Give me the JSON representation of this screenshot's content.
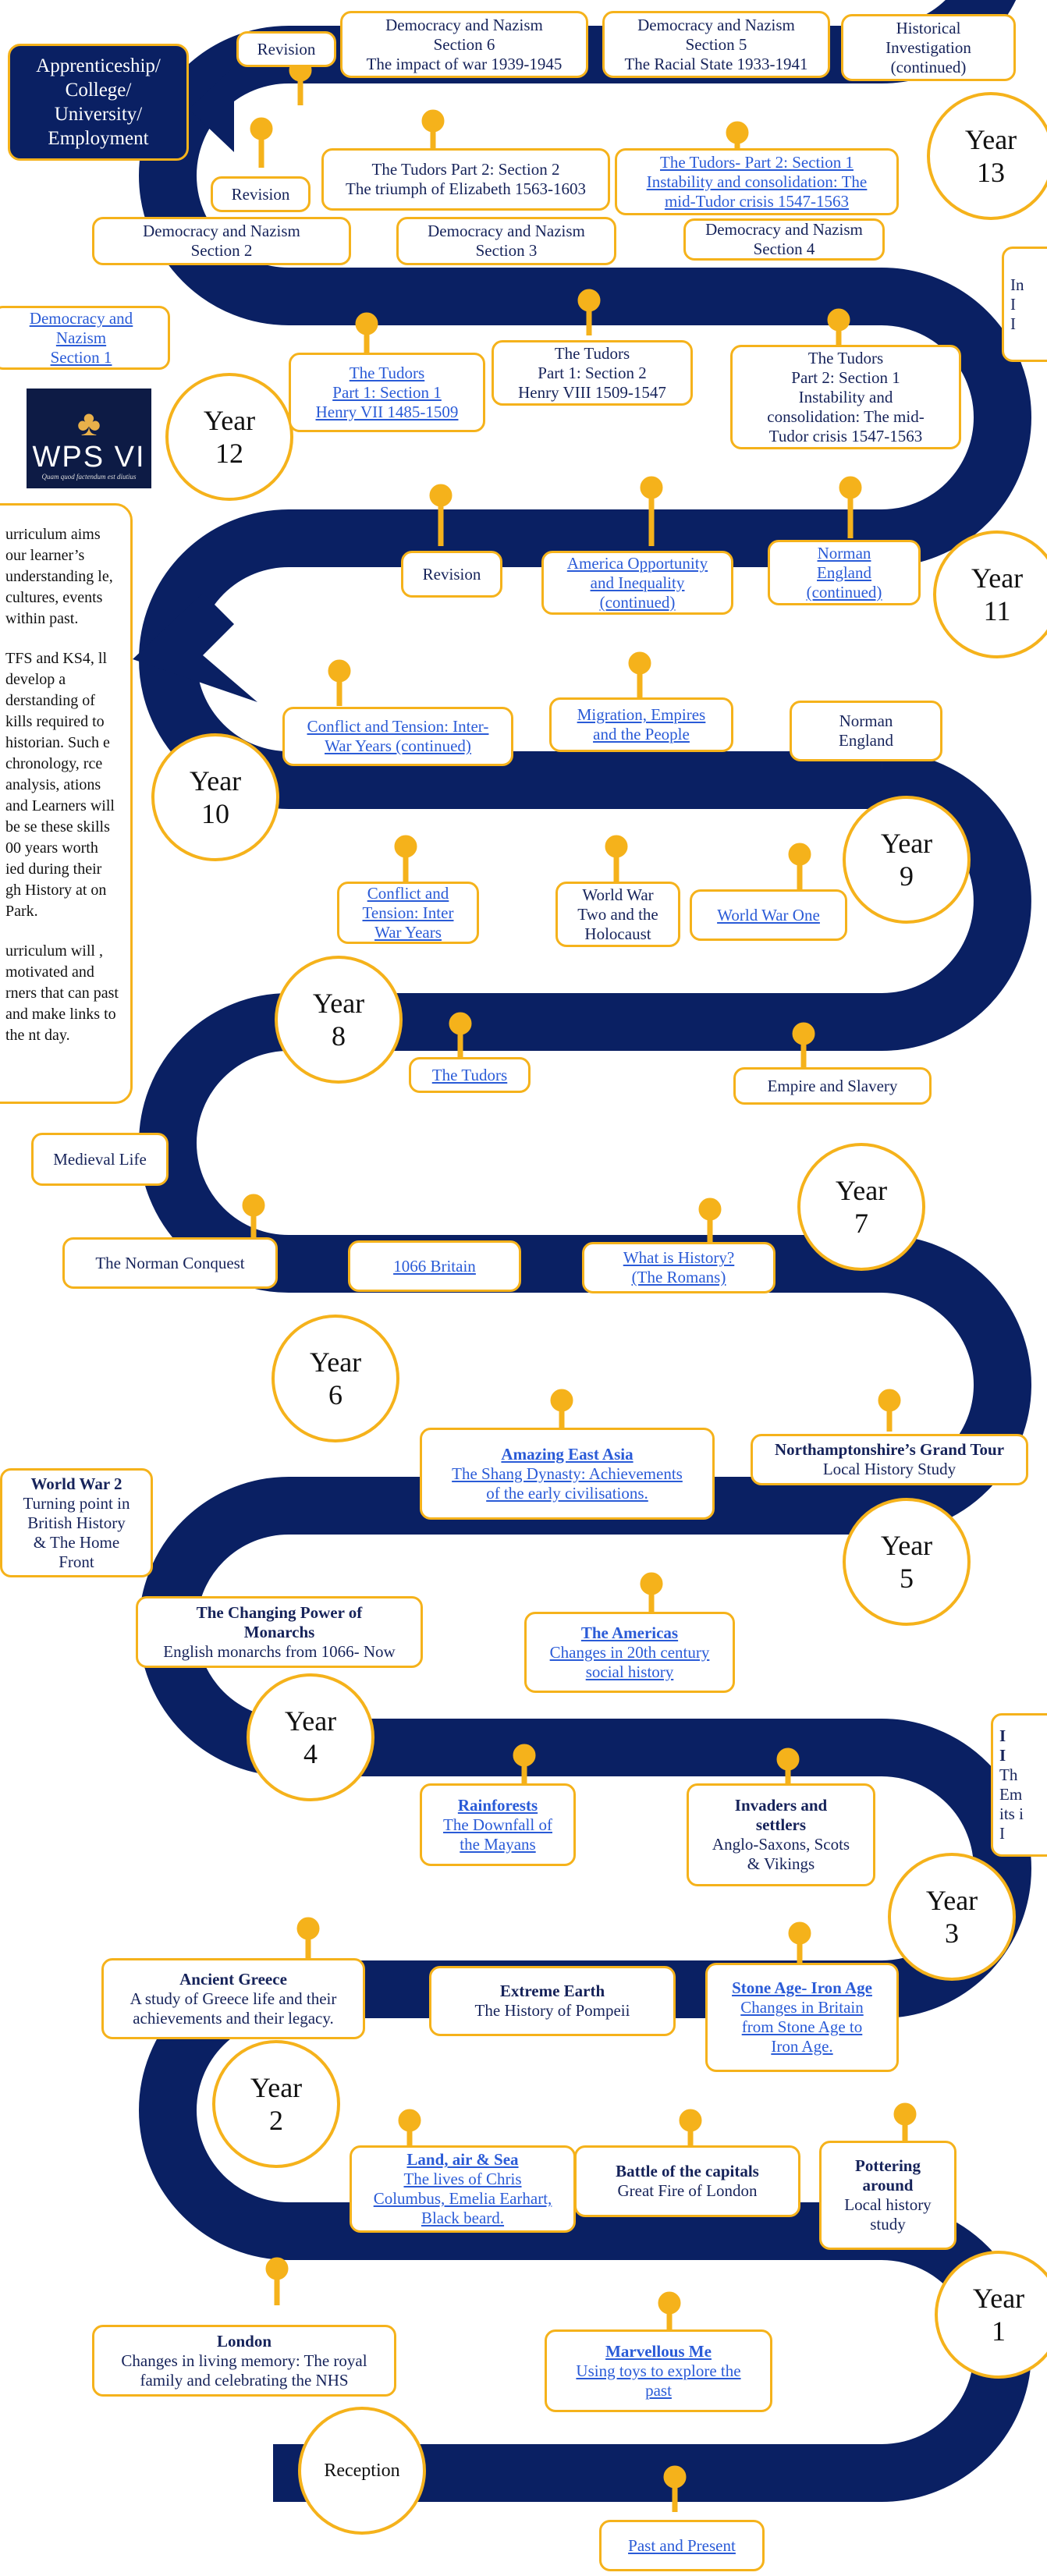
{
  "destination": {
    "line1": "Apprenticeship/",
    "line2": "College/",
    "line3": "University/",
    "line4": "Employment"
  },
  "logo": {
    "name": "WPS VI",
    "motto": "Quam quod factendum est diutius"
  },
  "intro": {
    "p1": "urriculum aims our learner’s understanding le, cultures, events within past.",
    "p2": "TFS and KS4, ll develop a derstanding of kills required to historian. Such e chronology, rce analysis, ations and Learners will be se these skills 00 years worth ied during their gh History at on Park.",
    "p3": "urriculum will , motivated and rners that can past and make links to the nt day."
  },
  "years": {
    "y13": {
      "l1": "Year",
      "l2": "13"
    },
    "y12": {
      "l1": "Year",
      "l2": "12"
    },
    "y11": {
      "l1": "Year",
      "l2": "11"
    },
    "y10": {
      "l1": "Year",
      "l2": "10"
    },
    "y9": {
      "l1": "Year",
      "l2": "9"
    },
    "y8": {
      "l1": "Year",
      "l2": "8"
    },
    "y7": {
      "l1": "Year",
      "l2": "7"
    },
    "y6": {
      "l1": "Year",
      "l2": "6"
    },
    "y5": {
      "l1": "Year",
      "l2": "5"
    },
    "y4": {
      "l1": "Year",
      "l2": "4"
    },
    "y3": {
      "l1": "Year",
      "l2": "3"
    },
    "y2": {
      "l1": "Year",
      "l2": "2"
    },
    "y1": {
      "l1": "Year",
      "l2": "1"
    },
    "rec": {
      "l1": "Reception"
    }
  },
  "y13": {
    "revision_top": "Revision",
    "dn6": {
      "l1": "Democracy and Nazism",
      "l2": "Section 6",
      "l3": "The impact of war 1939-1945"
    },
    "dn5": {
      "l1": "Democracy and Nazism",
      "l2": "Section 5",
      "l3": "The Racial State 1933-1941"
    },
    "hist_inv": {
      "l1": "Historical",
      "l2": "Investigation",
      "l3": "(continued)"
    },
    "revision_low": "Revision",
    "tudors_p2s2": {
      "l1": "The Tudors Part 2: Section 2",
      "l2": "The triumph of Elizabeth 1563-1603"
    },
    "tudors_p2s1": {
      "l1": "The Tudors- Part 2: Section 1",
      "l2": "Instability and consolidation: The",
      "l3": "mid-Tudor crisis 1547-1563"
    },
    "edge_text": {
      "l1": "In",
      "l2": "I",
      "l3": "I"
    }
  },
  "y12": {
    "dn2": {
      "l1": "Democracy and Nazism",
      "l2": "Section 2"
    },
    "dn3": {
      "l1": "Democracy and Nazism",
      "l2": "Section 3"
    },
    "dn4": {
      "l1": "Democracy and Nazism",
      "l2": "Section 4"
    },
    "dn1": {
      "l1": "Democracy and",
      "l2": "Nazism",
      "l3": "Section 1"
    },
    "tudors_p1s1": {
      "l1": "The Tudors",
      "l2": "Part 1: Section 1",
      "l3": "Henry VII 1485-1509"
    },
    "tudors_p1s2": {
      "l1": "The Tudors",
      "l2": "Part 1: Section 2",
      "l3": "Henry VIII 1509-1547"
    },
    "tudors_p2s1": {
      "l1": "The Tudors",
      "l2": "Part 2: Section 1",
      "l3": "Instability and",
      "l4": "consolidation: The mid-",
      "l5": "Tudor crisis 1547-1563"
    }
  },
  "y11": {
    "revision": "Revision",
    "america": {
      "l1": "America Opportunity",
      "l2": "and Inequality",
      "l3": "(continued)"
    },
    "norman_cont": {
      "l1": "Norman",
      "l2": "England",
      "l3": "(continued)"
    }
  },
  "y10": {
    "conflict_cont": {
      "l1": "Conflict and Tension: Inter-",
      "l2": "War Years (continued)"
    },
    "migration": {
      "l1": "Migration, Empires",
      "l2": "and the People"
    },
    "norman": {
      "l1": "Norman",
      "l2": "England"
    }
  },
  "y9": {
    "conflict": {
      "l1": "Conflict and",
      "l2": "Tension: Inter",
      "l3": "War Years"
    },
    "ww2": {
      "l1": "World War",
      "l2": "Two and the",
      "l3": "Holocaust"
    },
    "ww1": "World War One"
  },
  "y8": {
    "tudors": "The Tudors",
    "empire": "Empire and Slavery",
    "medieval": "Medieval Life"
  },
  "y7": {
    "norman_conquest": "The Norman Conquest",
    "britain1066": "1066 Britain",
    "what_is": {
      "l1": "What is History?",
      "l2": "(The Romans)"
    }
  },
  "y6": {
    "east_asia": {
      "title": "Amazing East Asia",
      "l2": "The Shang Dynasty: Achievements",
      "l3": "of the early civilisations."
    },
    "grand_tour": {
      "title": "Northamptonshire’s Grand Tour",
      "l2": "Local History Study"
    },
    "ww2": {
      "title": "World War 2",
      "l2": "Turning point in",
      "l3": "British History",
      "l4": "& The Home",
      "l5": "Front"
    }
  },
  "y5": {
    "monarchs": {
      "title": "The Changing Power of",
      "title2": "Monarchs",
      "l2": "English monarchs from 1066- Now"
    },
    "americas": {
      "title": "The Americas",
      "l2": "Changes in 20th century",
      "l3": "social history"
    },
    "edge_text": {
      "l1": "I",
      "l2": "I",
      "l3": "Th",
      "l4": "Em",
      "l5": "its i",
      "l6": "I"
    }
  },
  "y4": {
    "rainforests": {
      "title": "Rainforests",
      "l2": "The Downfall of",
      "l3": "the Mayans"
    },
    "invaders": {
      "title": "Invaders and",
      "title2": "settlers",
      "l2": "Anglo-Saxons, Scots",
      "l3": "& Vikings"
    }
  },
  "y3": {
    "greece": {
      "title": "Ancient Greece",
      "l2": "A study of Greece life and their",
      "l3": "achievements and their legacy."
    },
    "earth": {
      "title": "Extreme Earth",
      "l2": "The History of Pompeii"
    },
    "stone": {
      "title": "Stone Age- Iron Age",
      "l2": "Changes in Britain",
      "l3": "from Stone Age to",
      "l4": "Iron Age."
    }
  },
  "y2": {
    "land": {
      "title": "Land, air & Sea",
      "l2": "The lives of Chris",
      "l3": "Columbus, Emelia Earhart,",
      "l4": "Black beard."
    },
    "battle": {
      "title": "Battle of the capitals",
      "l2": "Great Fire of London"
    },
    "pottering": {
      "title": "Pottering",
      "title2": "around",
      "l2": "Local history",
      "l3": "study"
    }
  },
  "y1": {
    "london": {
      "title": "London",
      "l2": "Changes in living memory: The royal",
      "l3": "family and celebrating the NHS"
    },
    "marvellous": {
      "title": "Marvellous Me",
      "l2": "Using toys to explore the",
      "l3": "past"
    }
  },
  "reception": {
    "past_present": "Past and Present"
  }
}
